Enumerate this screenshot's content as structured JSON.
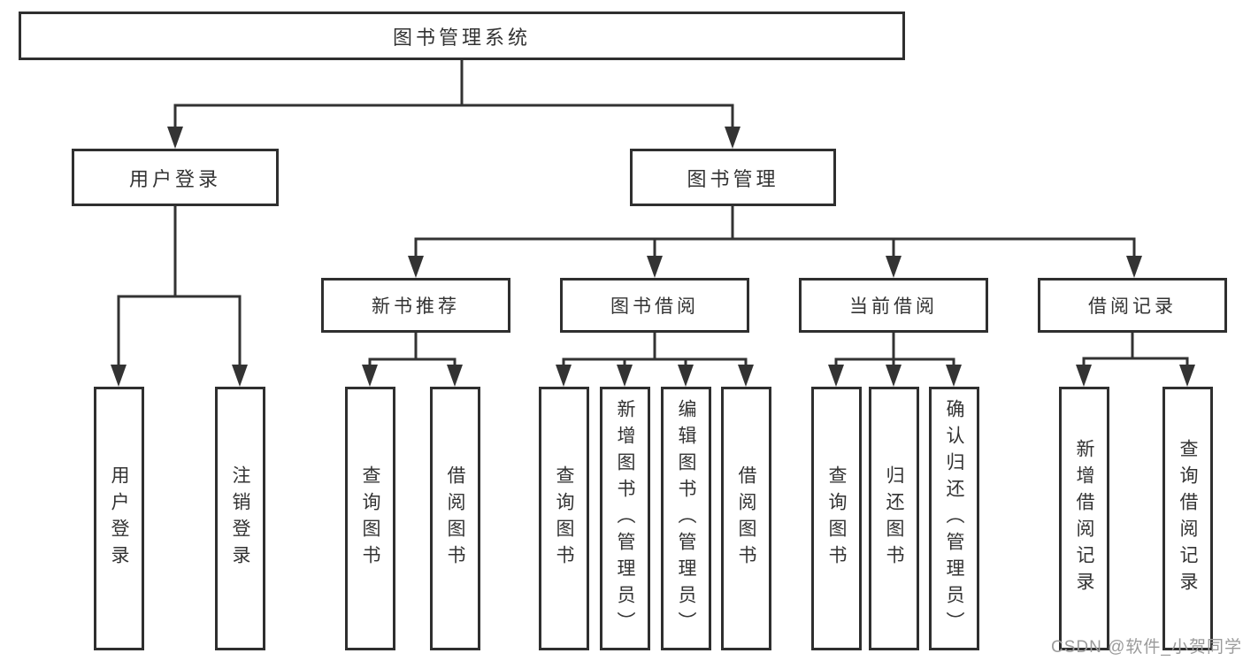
{
  "diagram": {
    "type": "hierarchy-tree",
    "title": "图书管理系统",
    "colors": {
      "line": "#333333",
      "border": "#2f2f2f",
      "text": "#333333",
      "background": "#ffffff",
      "watermark": "#9b9b9b"
    },
    "nodes": {
      "root": {
        "label": "图书管理系统"
      },
      "user_login": {
        "label": "用户登录"
      },
      "book_management": {
        "label": "图书管理"
      },
      "new_book_recommend": {
        "label": "新书推荐"
      },
      "book_borrow": {
        "label": "图书借阅"
      },
      "current_borrow": {
        "label": "当前借阅"
      },
      "borrow_records": {
        "label": "借阅记录"
      },
      "leaf_user_login": {
        "label": "用户登录"
      },
      "leaf_logout": {
        "label": "注销登录"
      },
      "leaf_rec_query_books": {
        "label": "查询图书"
      },
      "leaf_rec_borrow_books": {
        "label": "借阅图书"
      },
      "leaf_bb_query_books": {
        "label": "查询图书"
      },
      "leaf_bb_add_books": {
        "label": "新增图书（管理员）"
      },
      "leaf_bb_edit_books": {
        "label": "编辑图书（管理员）"
      },
      "leaf_bb_borrow_books": {
        "label": "借阅图书"
      },
      "leaf_cb_query_books": {
        "label": "查询图书"
      },
      "leaf_cb_return_books": {
        "label": "归还图书"
      },
      "leaf_cb_confirm_return": {
        "label": "确认归还（管理员）"
      },
      "leaf_br_add_record": {
        "label": "新增借阅记录"
      },
      "leaf_br_query_record": {
        "label": "查询借阅记录"
      }
    },
    "edges": [
      {
        "from": "root",
        "to": [
          "user_login",
          "book_management"
        ]
      },
      {
        "from": "book_management",
        "to": [
          "new_book_recommend",
          "book_borrow",
          "current_borrow",
          "borrow_records"
        ]
      },
      {
        "from": "user_login",
        "to": [
          "leaf_user_login",
          "leaf_logout"
        ]
      },
      {
        "from": "new_book_recommend",
        "to": [
          "leaf_rec_query_books",
          "leaf_rec_borrow_books"
        ]
      },
      {
        "from": "book_borrow",
        "to": [
          "leaf_bb_query_books",
          "leaf_bb_add_books",
          "leaf_bb_edit_books",
          "leaf_bb_borrow_books"
        ]
      },
      {
        "from": "current_borrow",
        "to": [
          "leaf_cb_query_books",
          "leaf_cb_return_books",
          "leaf_cb_confirm_return"
        ]
      },
      {
        "from": "borrow_records",
        "to": [
          "leaf_br_add_record",
          "leaf_br_query_record"
        ]
      }
    ],
    "watermark": "CSDN @软件_小贺同学"
  }
}
